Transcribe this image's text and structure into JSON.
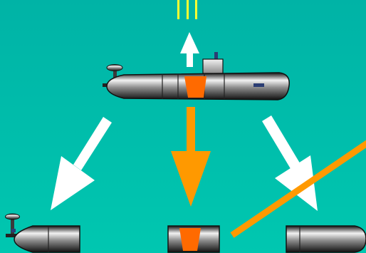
{
  "diagram": {
    "background_colors": {
      "top": "#00b3a6",
      "bottom": "#00c7b0"
    },
    "colors": {
      "hull_light": "#f2f2f2",
      "hull_mid": "#8c8c8c",
      "hull_dark": "#111111",
      "compartment": "#ff6a00",
      "orange_arrow": "#ff9900",
      "white_arrow": "#ffffff",
      "strike_line": "#ff9900",
      "yellow_lines": "#ffff33",
      "stripe": "#2b3d73"
    },
    "nodes": [
      {
        "id": "full-submarine",
        "icon": "submarine-icon",
        "parts": [
          "bow-with-periscope",
          "center-compartment",
          "stern-with-tower"
        ]
      },
      {
        "id": "bow-section",
        "icon": "submarine-bow-section-icon"
      },
      {
        "id": "center-section",
        "icon": "submarine-center-compartment-icon"
      },
      {
        "id": "stern-section",
        "icon": "submarine-stern-section-icon",
        "crossed_out": true
      }
    ],
    "arrows": [
      {
        "from": "full-submarine",
        "to": "up",
        "color": "white",
        "size": "small"
      },
      {
        "from": "full-submarine",
        "to": "bow-section",
        "color": "white"
      },
      {
        "from": "full-submarine",
        "to": "center-section",
        "color": "orange"
      },
      {
        "from": "full-submarine",
        "to": "stern-section",
        "color": "white"
      }
    ]
  }
}
